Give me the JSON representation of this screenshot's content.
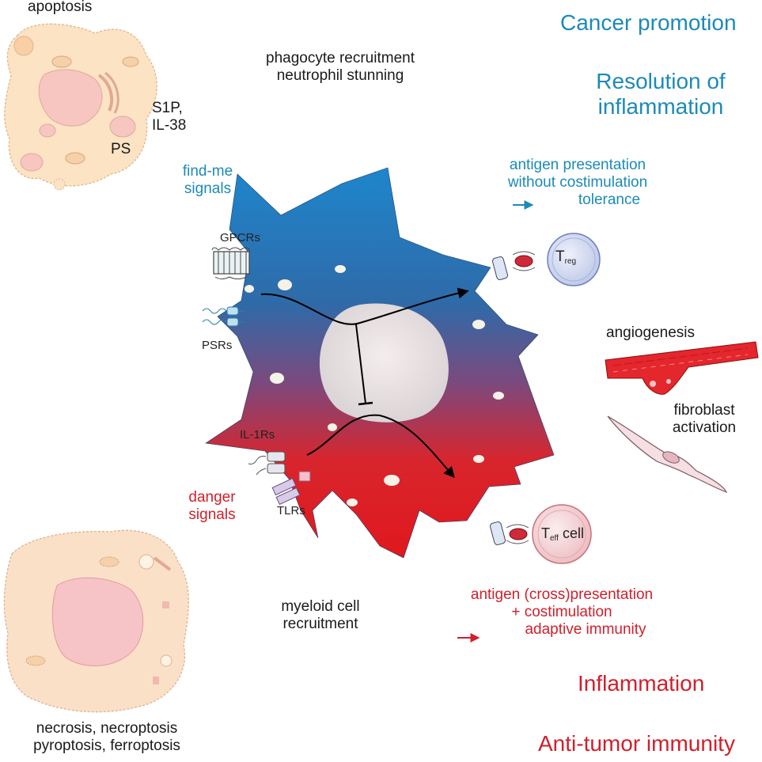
{
  "cell_death": {
    "apoptosis": "apoptosis",
    "necrosis_line1": "necrosis, necroptosis",
    "necrosis_line2": "pyroptosis, ferroptosis"
  },
  "signals": {
    "s1p_line1": "S1P,",
    "s1p_line2": "IL-38",
    "ps": "PS",
    "find_me_line1": "find-me",
    "find_me_line2": "signals",
    "danger_line1": "danger",
    "danger_line2": "signals"
  },
  "receptors": {
    "gpcrs": "GPCRs",
    "psrs": "PSRs",
    "il1rs": "IL-1Rs",
    "tlrs": "TLRs"
  },
  "effects": {
    "phagocyte_line1": "phagocyte recruitment",
    "phagocyte_line2": "neutrophil stunning",
    "myeloid_line1": "myeloid cell",
    "myeloid_line2": "recruitment",
    "angiogenesis": "angiogenesis",
    "fibroblast_line1": "fibroblast",
    "fibroblast_line2": "activation",
    "tolerance_line1": "antigen presentation",
    "tolerance_line2": "without costimulation",
    "tolerance_line3": "tolerance",
    "adaptive_line1": "antigen (cross)presentation",
    "adaptive_line2": "+ costimulation",
    "adaptive_line3": "adaptive immunity"
  },
  "tcells": {
    "treg_main": "T",
    "treg_sub": "reg",
    "teff_main": "T",
    "teff_sub": "eff",
    "teff_suffix": " cell"
  },
  "outcomes": {
    "cancer_promotion": "Cancer promotion",
    "resolution_line1": "Resolution of",
    "resolution_line2": "inflammation",
    "inflammation": "Inflammation",
    "anti_tumor": "Anti-tumor immunity"
  },
  "colors": {
    "blue_text": "#1c8ab8",
    "red_text": "#d11f2b",
    "cell_top": "#1577c2",
    "cell_bottom": "#e0181d",
    "apoptotic_fill": "#fbe3c4",
    "necrotic_fill": "#fbe0c8"
  }
}
